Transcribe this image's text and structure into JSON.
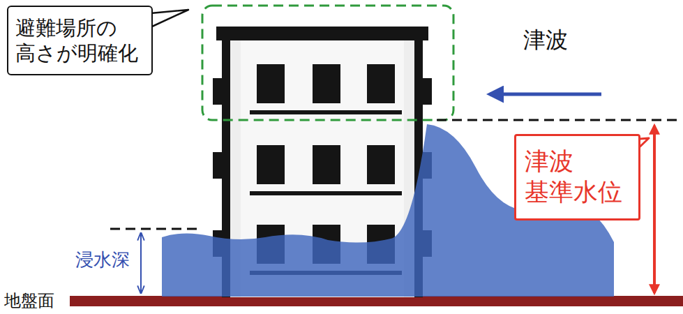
{
  "diagram": {
    "nodes": [
      {
        "text": [
          "避難場所の 高さが明確化"
        ]
      },
      {
        "text": [
          "津波 基準水位"
        ]
      }
    ],
    "labels": [
      "津波",
      "浸水深",
      "地盤面"
    ]
  }
}
